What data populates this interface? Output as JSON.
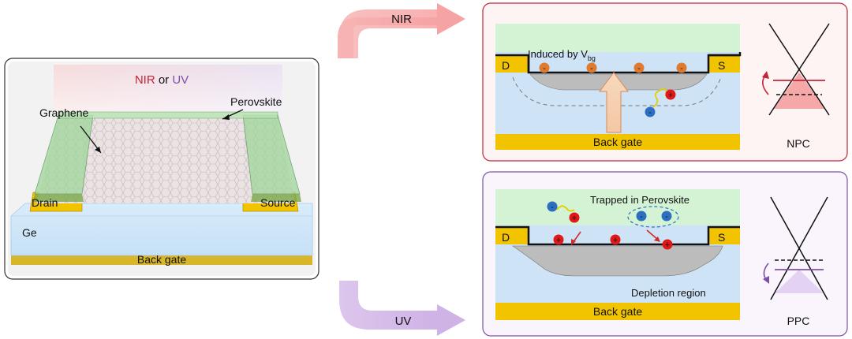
{
  "device": {
    "illumination_prefix": "NIR",
    "illumination_or": " or ",
    "illumination_suffix": "UV",
    "graphene_label": "Graphene",
    "perovskite_label": "Perovskite",
    "drain_label": "Drain",
    "source_label": "Source",
    "substrate_label": "Ge",
    "back_gate_label": "Back gate"
  },
  "flows": {
    "nir_label": "NIR",
    "uv_label": "UV"
  },
  "npc_panel": {
    "induced_text": "Induced by V",
    "induced_sub": "bg",
    "d_label": "D",
    "s_label": "S",
    "back_gate_label": "Back gate",
    "mode_label": "NPC",
    "electron_symbol": "-",
    "hole_symbol": "+"
  },
  "ppc_panel": {
    "trapped_text": "Trapped in Perovskite",
    "d_label": "D",
    "s_label": "S",
    "depletion_text": "Depletion region",
    "back_gate_label": "Back gate",
    "mode_label": "PPC",
    "electron_symbol": "-",
    "hole_symbol": "+"
  },
  "colors": {
    "nir": "#c0263a",
    "uv": "#7d4fa6",
    "electron": "#e07a2e",
    "gold": "#f2c400",
    "green": "#d4f2d4",
    "blue": "#cfe3f6"
  }
}
